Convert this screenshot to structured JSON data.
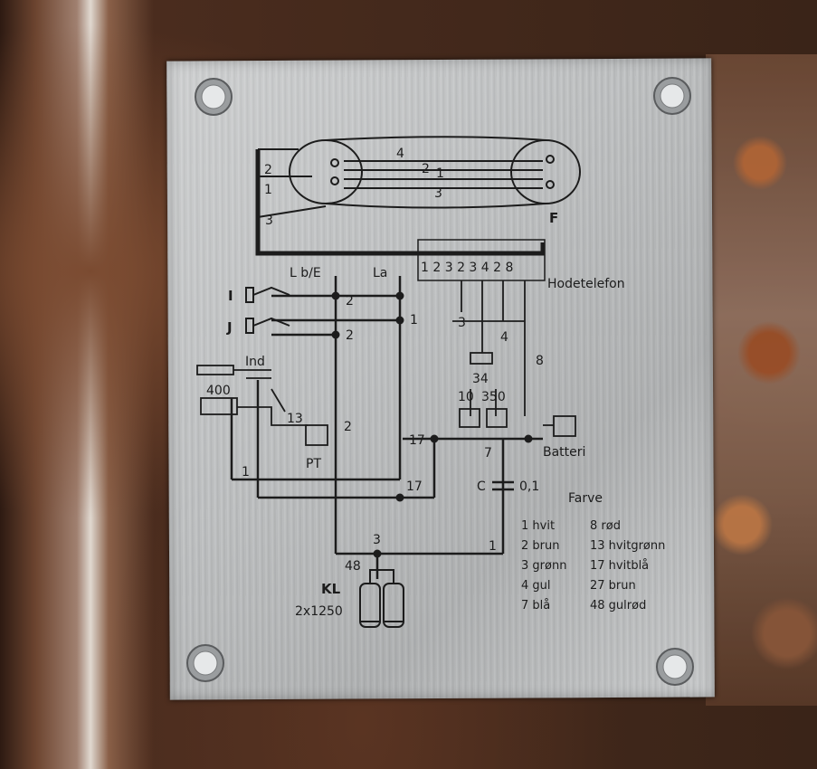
{
  "labels": {
    "l_2a": "2",
    "l_1a": "1",
    "l_3a": "3",
    "l_4top": "4",
    "l_2mid": "2",
    "l_1mid": "1",
    "l_3mid": "3",
    "F": "F",
    "lbe": "L b/E",
    "la": "La",
    "terminals": "1 2 3 2 3 4 2 8",
    "hodetelef": "Hodetelefon",
    "I": "I",
    "J": "J",
    "w2a": "2",
    "w1": "1",
    "w2b": "2",
    "w3": "3",
    "w4": "4",
    "w8": "8",
    "w34": "34",
    "w10": "10",
    "w350": "350",
    "ind": "Ind",
    "r400": "400",
    "w13": "13",
    "w2c": "2",
    "pt": "PT",
    "w1b": "1",
    "w17a": "17",
    "w17b": "17",
    "w7": "7",
    "batteri": "Batteri",
    "cap_c": "C",
    "cap_val": "0,1",
    "w3b": "3",
    "w1c": "1",
    "w48": "48",
    "kl": "KL",
    "kl_val": "2x1250"
  },
  "legend": {
    "title": "Farve",
    "left": [
      "1 hvit",
      "2 brun",
      "3 grønn",
      "4 gul",
      "7 blå"
    ],
    "right": [
      "8 rød",
      "13 hvitgrønn",
      "17 hvitblå",
      "27 brun",
      "48 gulrød"
    ]
  },
  "colors": {
    "ink": "#1c1c1c",
    "plate": "#c0c2c3",
    "rust": "#9a4e28"
  }
}
